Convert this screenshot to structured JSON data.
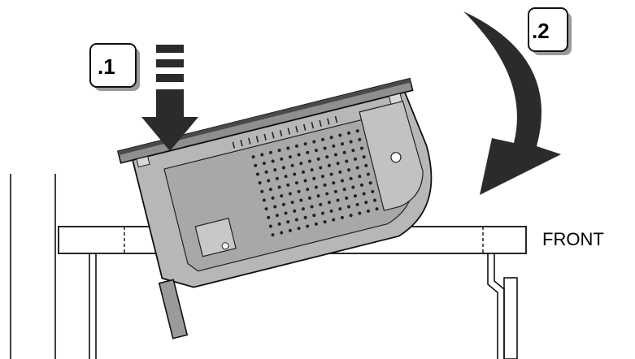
{
  "steps": [
    {
      "label": ".1"
    },
    {
      "label": ".2"
    }
  ],
  "countertop": {
    "label": "FRONT"
  },
  "colors": {
    "appliance_body": "#b7b7b7",
    "appliance_outline": "#1a1a1a",
    "arrow": "#2b2b2b",
    "countertop_fill": "#ffffff"
  },
  "icons": {
    "push_down": "down-arrow-icon",
    "rotate": "curved-arrow-icon"
  }
}
